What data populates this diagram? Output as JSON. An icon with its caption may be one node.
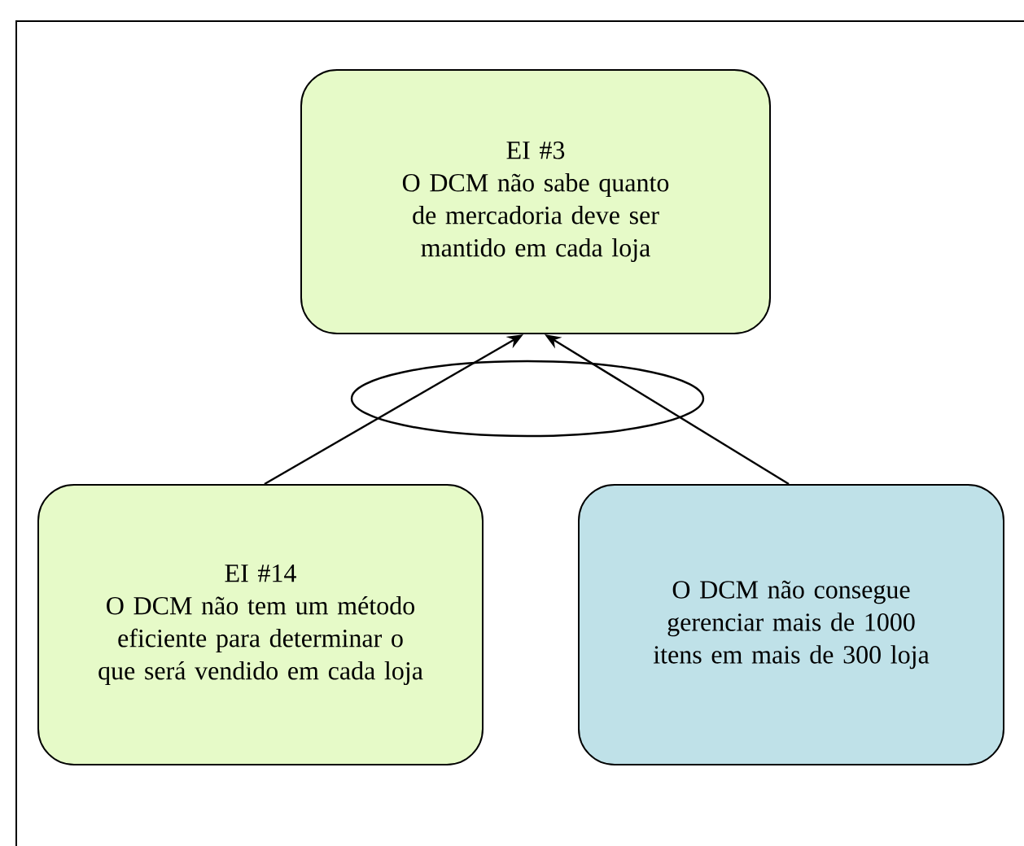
{
  "diagram": {
    "nodes": [
      {
        "text": [
          "EI #3",
          "O DCM não sabe quanto de mercadoria deve ser mantido em cada loja"
        ]
      },
      {
        "text": [
          "EI #14",
          "O DCM não tem um método eficiente para determinar o que será vendido em cada loja"
        ]
      },
      {
        "text": [
          "O DCM não consegue gerenciar mais de 1000 itens em mais de 300 loja"
        ]
      }
    ],
    "edges": [
      {
        "from": 1,
        "to": 0,
        "arrow": "to"
      },
      {
        "from": 2,
        "to": 0,
        "arrow": "to"
      }
    ]
  }
}
